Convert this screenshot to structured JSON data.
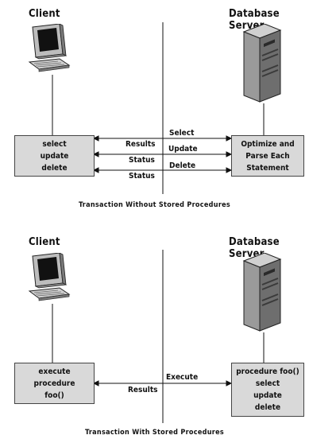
{
  "diagrams": [
    {
      "client_label": "Client",
      "server_label": "Database Server",
      "client_box": [
        "select",
        "update",
        "delete"
      ],
      "server_box": [
        "Optimize and",
        "Parse Each",
        "Statement"
      ],
      "right_arrows": [
        "Select",
        "Update",
        "Delete"
      ],
      "left_arrows": [
        "Results",
        "Status",
        "Status"
      ],
      "caption": "Transaction Without Stored Procedures"
    },
    {
      "client_label": "Client",
      "server_label": "Database Server",
      "client_box": [
        "execute",
        "procedure",
        "foo()"
      ],
      "server_box": [
        "procedure foo()",
        "select",
        "update",
        "delete"
      ],
      "right_arrows": [
        "Execute"
      ],
      "left_arrows": [
        "Results"
      ],
      "caption": "Transaction With Stored Procedures"
    }
  ]
}
